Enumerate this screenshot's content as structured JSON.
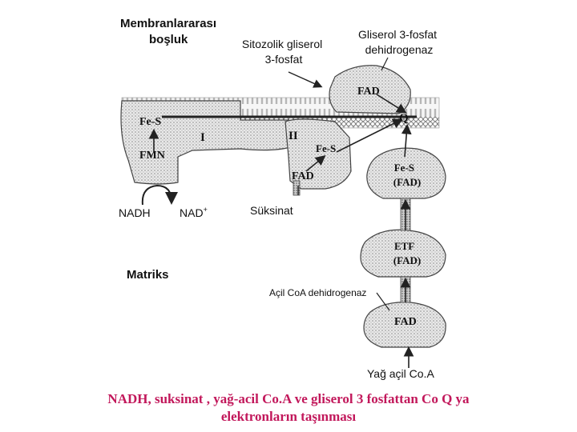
{
  "diagram": {
    "labels": {
      "intermembrane": [
        "Membranlararası",
        "boşluk"
      ],
      "cytosolic_glycerol": [
        "Sitozolik gliserol",
        "3-fosfat"
      ],
      "g3p_dehydrogenase": [
        "Gliserol 3-fosfat",
        "dehidrogenaz"
      ],
      "nadh": "NADH",
      "nad_plus": "NAD",
      "nad_plus_sup": "+",
      "succinate": "Süksinat",
      "matrix": "Matriks",
      "acyl_coa_dehydrogenase": "Açil CoA dehidrogenaz",
      "fatty_acyl_coa": "Yağ açil Co.A"
    },
    "cofactors": {
      "fad_top": "FAD",
      "q": "Q",
      "fes_complex1": "Fe-S",
      "fmn": "FMN",
      "complex1": "I",
      "complex2": "II",
      "fes_complex2": "Fe-S",
      "fad_complex2": "FAD",
      "fes_fad": [
        "Fe-S",
        "(FAD)"
      ],
      "etf_fad": [
        "ETF",
        "(FAD)"
      ],
      "fad_bottom": "FAD"
    }
  },
  "caption": {
    "line1": "NADH, suksinat , yağ-acil Co.A ve gliserol 3 fosfattan  Co Q ya",
    "line2": "elektronların taşınması"
  }
}
